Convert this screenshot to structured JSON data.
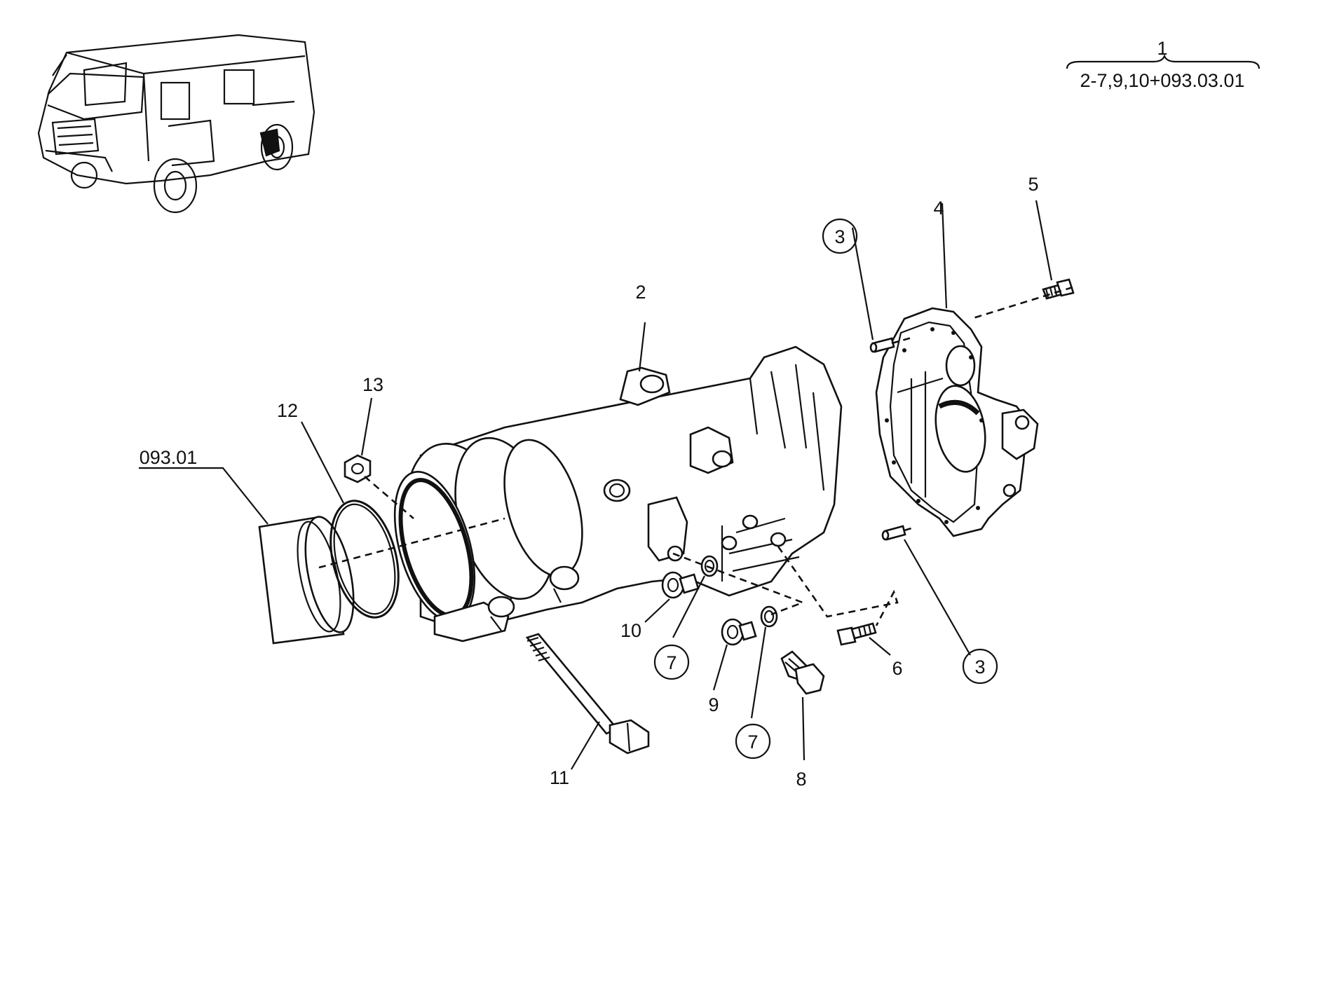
{
  "diagram": {
    "assembly_number": "1",
    "assembly_contents": "2-7,9,10+093.03.01",
    "reference_label": "093.01",
    "callouts": [
      {
        "id": "c2",
        "label": "2",
        "circled": false
      },
      {
        "id": "c3a",
        "label": "3",
        "circled": true
      },
      {
        "id": "c3b",
        "label": "3",
        "circled": true
      },
      {
        "id": "c4",
        "label": "4",
        "circled": false
      },
      {
        "id": "c5",
        "label": "5",
        "circled": false
      },
      {
        "id": "c6",
        "label": "6",
        "circled": false
      },
      {
        "id": "c7a",
        "label": "7",
        "circled": true
      },
      {
        "id": "c7b",
        "label": "7",
        "circled": true
      },
      {
        "id": "c8",
        "label": "8",
        "circled": false
      },
      {
        "id": "c9",
        "label": "9",
        "circled": false
      },
      {
        "id": "c10",
        "label": "10",
        "circled": false
      },
      {
        "id": "c11",
        "label": "11",
        "circled": false
      },
      {
        "id": "c12",
        "label": "12",
        "circled": false
      },
      {
        "id": "c13",
        "label": "13",
        "circled": false
      }
    ]
  }
}
